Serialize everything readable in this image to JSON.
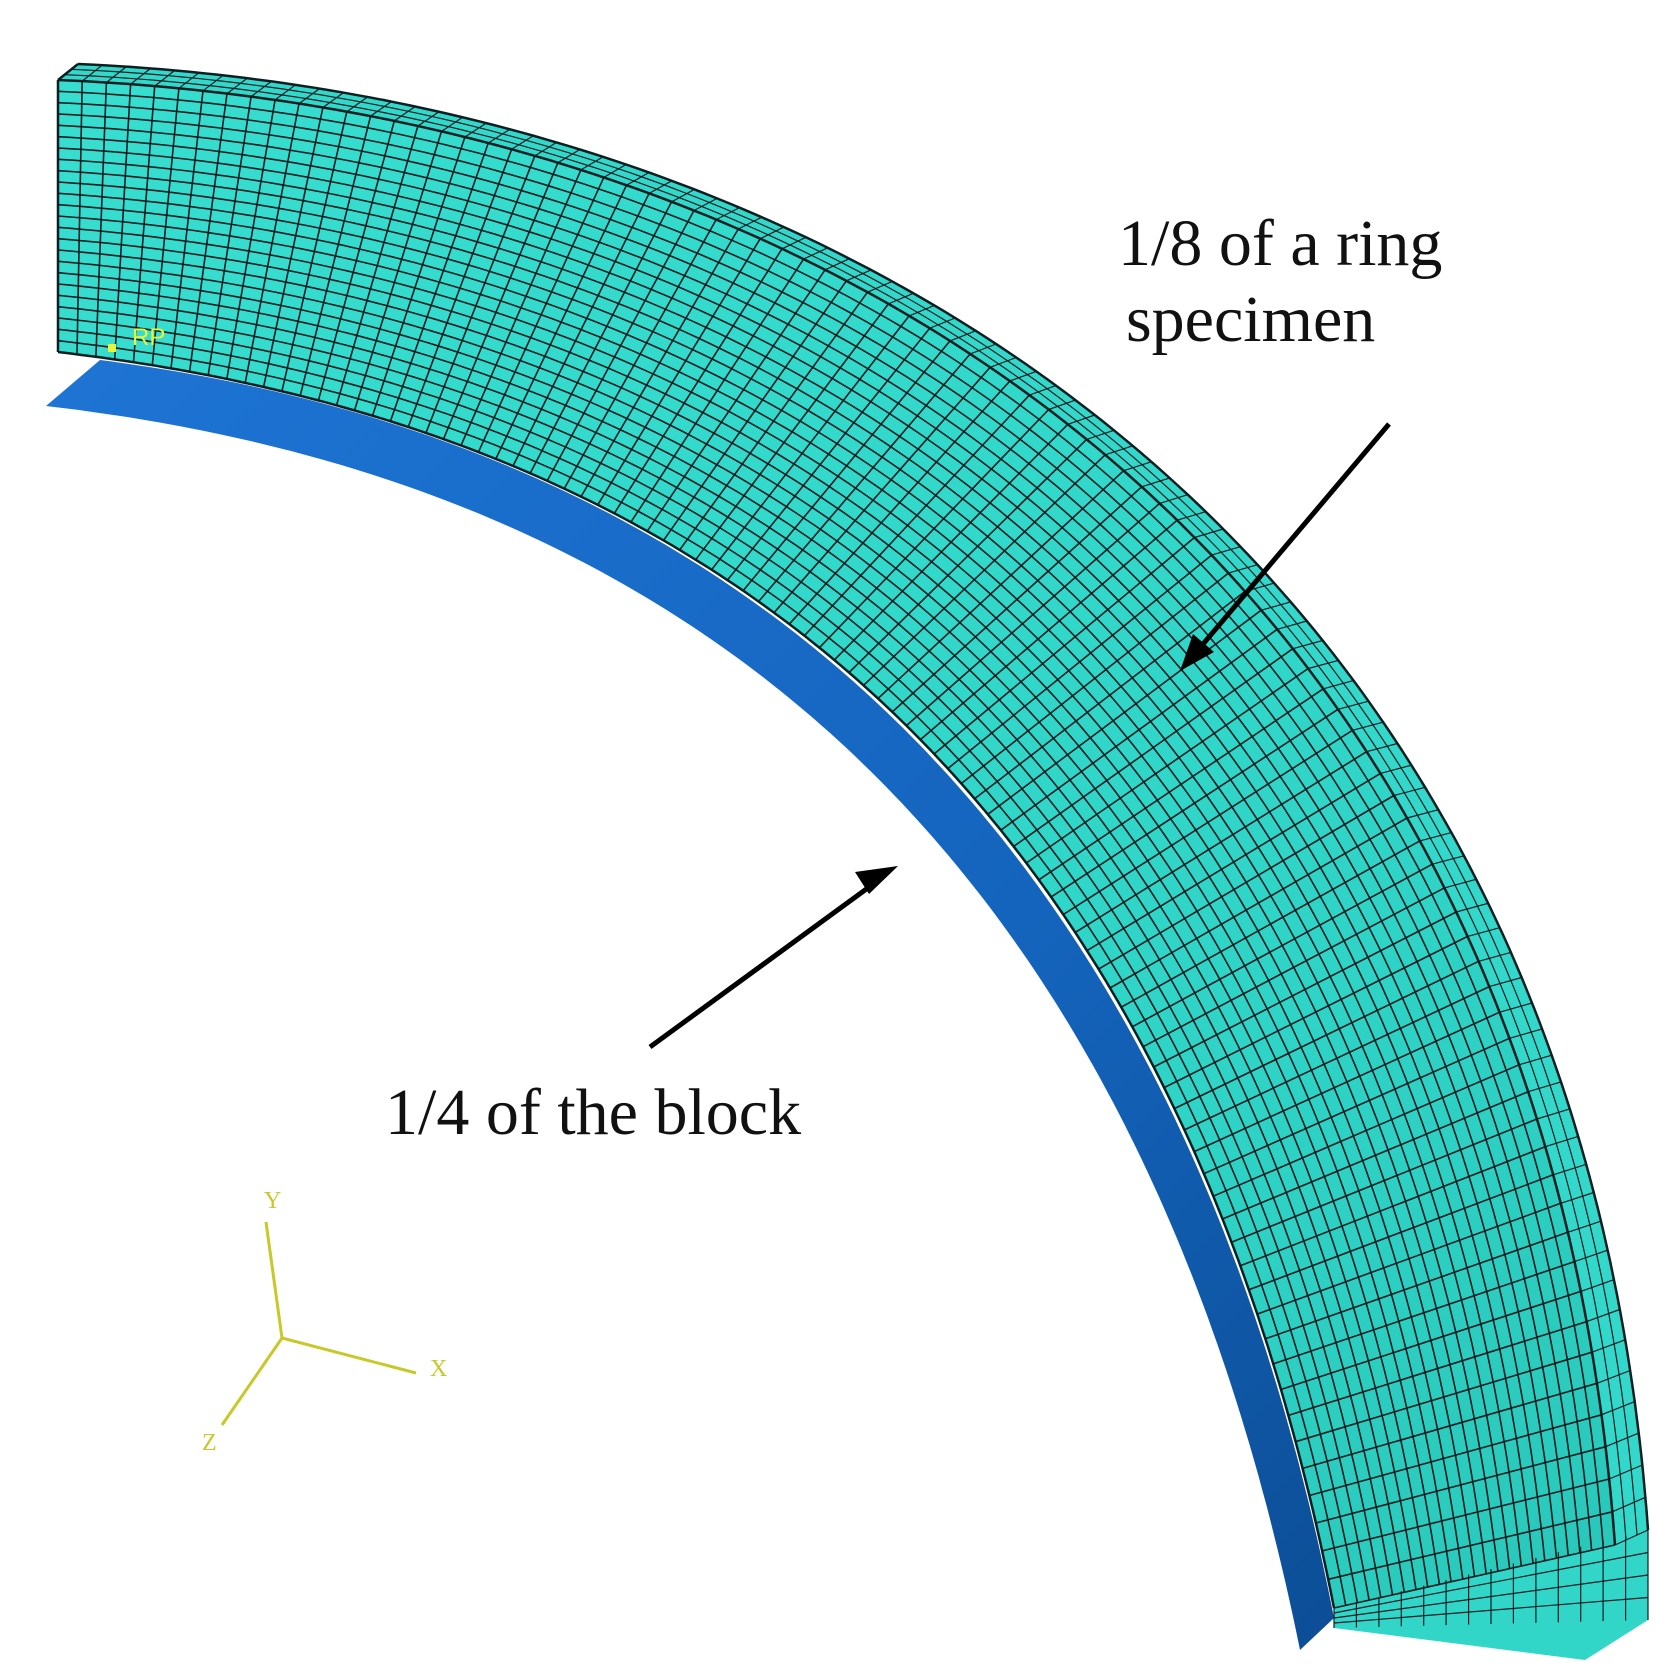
{
  "labels": {
    "ring": [
      "1/8 of a ring",
      "specimen"
    ],
    "block": "1/4 of the block",
    "reference_point": "RP"
  },
  "triad": {
    "x": "X",
    "y": "Y",
    "z": "Z"
  },
  "colors": {
    "ring_face": "#35dccd",
    "ring_face_shadow": "#22b7ab",
    "mesh_lines": "#0b1f22",
    "block": "#1565c0",
    "block_dark": "#0d4d94",
    "triad": "#c8c82a",
    "rp": "#e8f53c",
    "arrows": "#000000"
  },
  "mesh": {
    "tangential_divisions": 92,
    "radial_divisions": 24,
    "axial_divisions": 14
  }
}
